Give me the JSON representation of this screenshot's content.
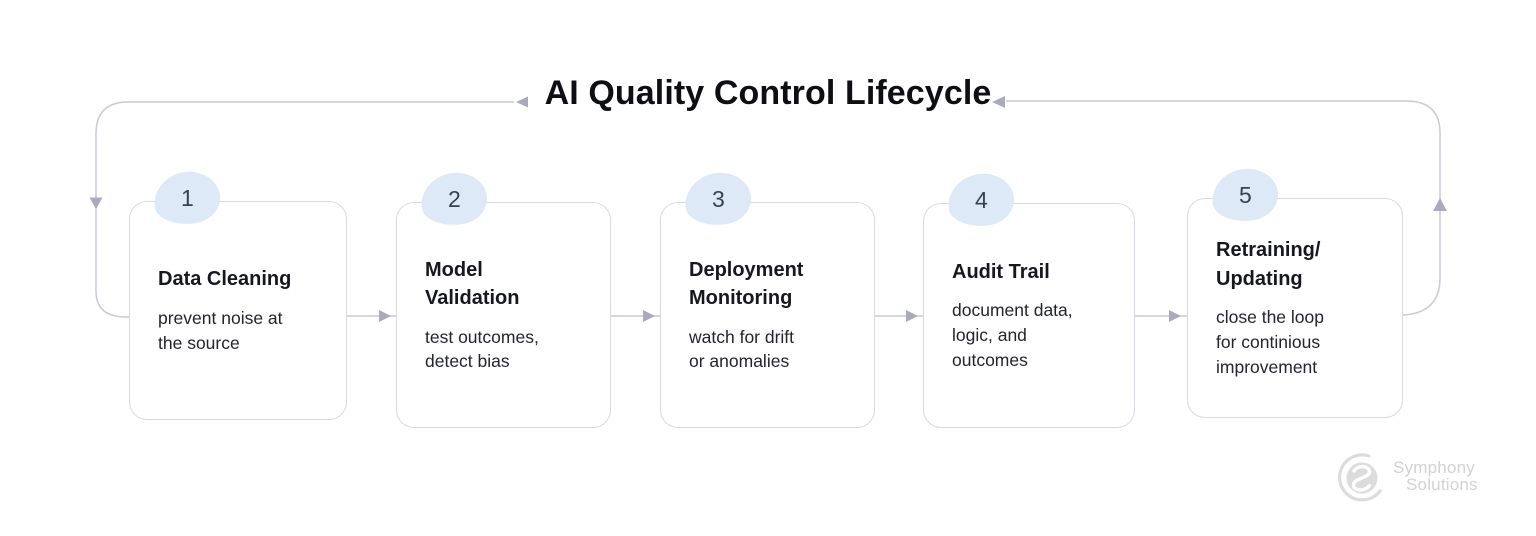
{
  "page_title": "AI Quality Control Lifecycle",
  "steps": [
    {
      "number": "1",
      "title": "Data Cleaning",
      "description": "prevent noise at\nthe source"
    },
    {
      "number": "2",
      "title": "Model\nValidation",
      "description": "test outcomes,\ndetect bias"
    },
    {
      "number": "3",
      "title": "Deployment\nMonitoring",
      "description": "watch for drift\nor anomalies"
    },
    {
      "number": "4",
      "title": "Audit Trail",
      "description": "document data,\nlogic, and\noutcomes"
    },
    {
      "number": "5",
      "title": "Retraining/\nUpdating",
      "description": "close the loop\nfor continious\nimprovement"
    }
  ],
  "logo": {
    "line1": "Symphony",
    "line2": "Solutions"
  },
  "colors": {
    "badge_background": "#dde9f7",
    "badge_number": "#39434f",
    "flow_line": "#c9cad3",
    "arrowhead": "#a9abbc",
    "card_border": "#d9dae1",
    "title_text": "#0e0f12",
    "body_text": "#23252b",
    "logo_gray": "#d6d6d6"
  }
}
